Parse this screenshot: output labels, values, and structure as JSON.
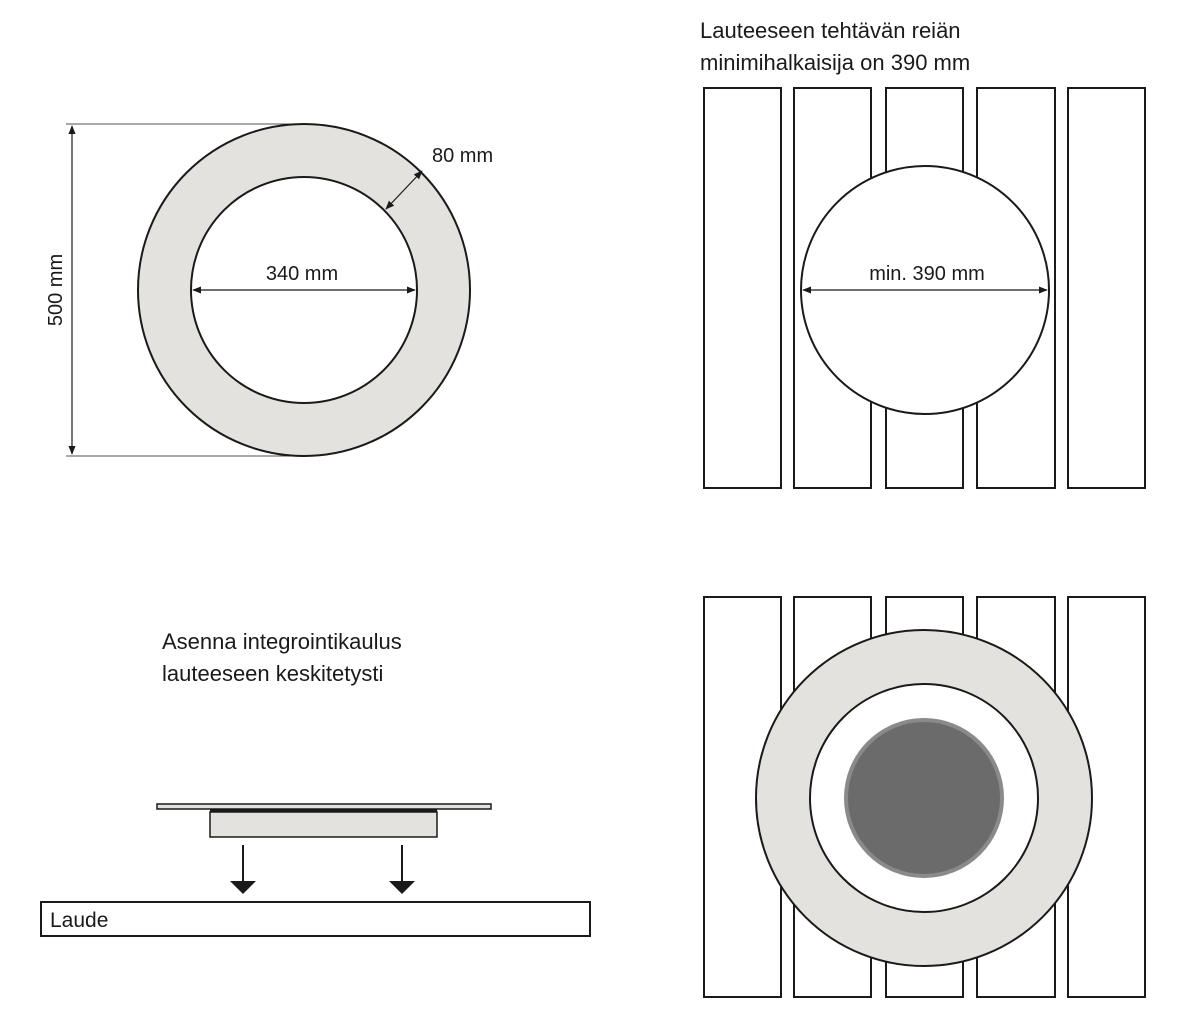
{
  "ring_diagram": {
    "outer_dim": "500 mm",
    "width_dim": "80 mm",
    "inner_dim": "340 mm"
  },
  "hole_diagram": {
    "caption_line1": "Lauteeseen tehtävän reiän",
    "caption_line2": "minimihalkaisija on 390 mm",
    "hole_dim": "min. 390 mm"
  },
  "install_diagram": {
    "caption_line1": "Asenna integrointikaulus",
    "caption_line2": "lauteeseen keskitetysti",
    "bench_label": "Laude"
  },
  "colors": {
    "stroke": "#1a1a1a",
    "ring_fill": "#e4e2de",
    "stove_fill": "#6b6b6b",
    "stove_rim": "#8a8a8a"
  }
}
